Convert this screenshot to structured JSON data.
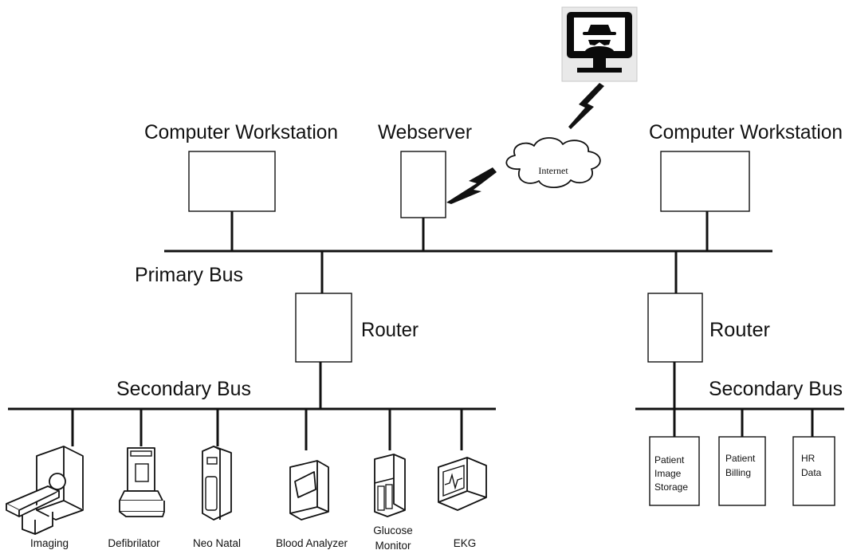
{
  "labels": {
    "workstation_left": "Computer Workstation",
    "webserver": "Webserver",
    "workstation_right": "Computer Workstation",
    "internet": "Internet",
    "primary_bus": "Primary Bus",
    "router_left": "Router",
    "router_right": "Router",
    "secondary_bus_left": "Secondary Bus",
    "secondary_bus_right": "Secondary Bus"
  },
  "devices": {
    "imaging": "Imaging",
    "defibrilator": "Defibrilator",
    "neo_natal": "Neo Natal",
    "blood_analyzer": "Blood Analyzer",
    "glucose_monitor": [
      "Glucose",
      "Monitor"
    ],
    "ekg": "EKG"
  },
  "storage": {
    "patient_image_storage": [
      "Patient",
      "Image",
      "Storage"
    ],
    "patient_billing": [
      "Patient",
      "Billing"
    ],
    "hr_data": [
      "HR",
      "Data"
    ]
  },
  "icons": {
    "attacker": "hacker-monitor-icon",
    "internet": "cloud-icon",
    "wireless": "lightning-bolt-icon"
  }
}
